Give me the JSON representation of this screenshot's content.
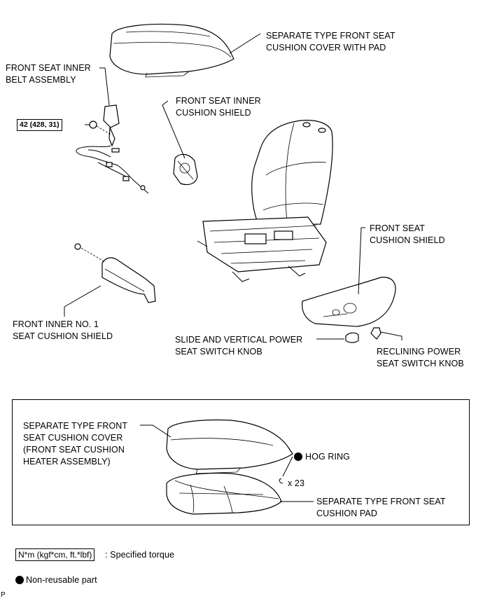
{
  "labels": {
    "cushion_cover_pad": "SEPARATE TYPE FRONT SEAT\nCUSHION COVER WITH PAD",
    "inner_belt": "FRONT SEAT INNER\nBELT ASSEMBLY",
    "inner_cushion_shield": "FRONT SEAT INNER\nCUSHION SHIELD",
    "front_seat_cushion_shield": "FRONT SEAT\nCUSHION SHIELD",
    "inner_no1_shield": "FRONT INNER NO. 1\nSEAT CUSHION SHIELD",
    "slide_vertical_knob": "SLIDE AND VERTICAL POWER\nSEAT SWITCH KNOB",
    "reclining_knob": "RECLINING POWER\nSEAT SWITCH KNOB"
  },
  "torque": {
    "value": "42 (428, 31)"
  },
  "inset": {
    "cover": "SEPARATE TYPE FRONT\nSEAT CUSHION COVER\n(FRONT SEAT CUSHION\nHEATER ASSEMBLY)",
    "hog_ring": "HOG RING",
    "quantity": "x 23",
    "pad": "SEPARATE TYPE FRONT SEAT\nCUSHION PAD"
  },
  "legend": {
    "torque_unit": "N*m (kgf*cm, ft.*lbf)",
    "torque_desc": ": Specified torque",
    "non_reusable": "Non-reusable part"
  },
  "corner_mark": "P"
}
